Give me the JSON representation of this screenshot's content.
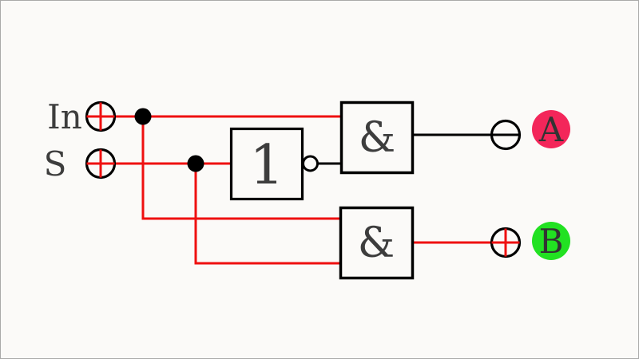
{
  "app": {
    "type": "logic-circuit-simulator",
    "canvas": {
      "background": "#fbfaf8",
      "border_color": "#a9a9a9"
    }
  },
  "colors": {
    "wire_high": "#ef1010",
    "wire_low": "#000000",
    "outline": "#000000",
    "junction": "#000000",
    "gate_text": "#3d3d3d",
    "label_text": "#3d3d3d",
    "badge_letter": "#333333"
  },
  "inputs": {
    "in": {
      "label": "In",
      "state": "1",
      "symbol": "plus",
      "signal": "high"
    },
    "s": {
      "label": "S",
      "state": "1",
      "symbol": "plus",
      "signal": "high"
    }
  },
  "gates": {
    "not1": {
      "type": "NOT",
      "label": "1"
    },
    "and1": {
      "type": "AND",
      "label": "&"
    },
    "and2": {
      "type": "AND",
      "label": "&"
    }
  },
  "outputs": {
    "a": {
      "label": "A",
      "state": "0",
      "symbol": "minus",
      "signal": "low",
      "badge_color": "#f3265a"
    },
    "b": {
      "label": "B",
      "state": "1",
      "symbol": "plus",
      "signal": "high",
      "badge_color": "#22e122"
    }
  }
}
